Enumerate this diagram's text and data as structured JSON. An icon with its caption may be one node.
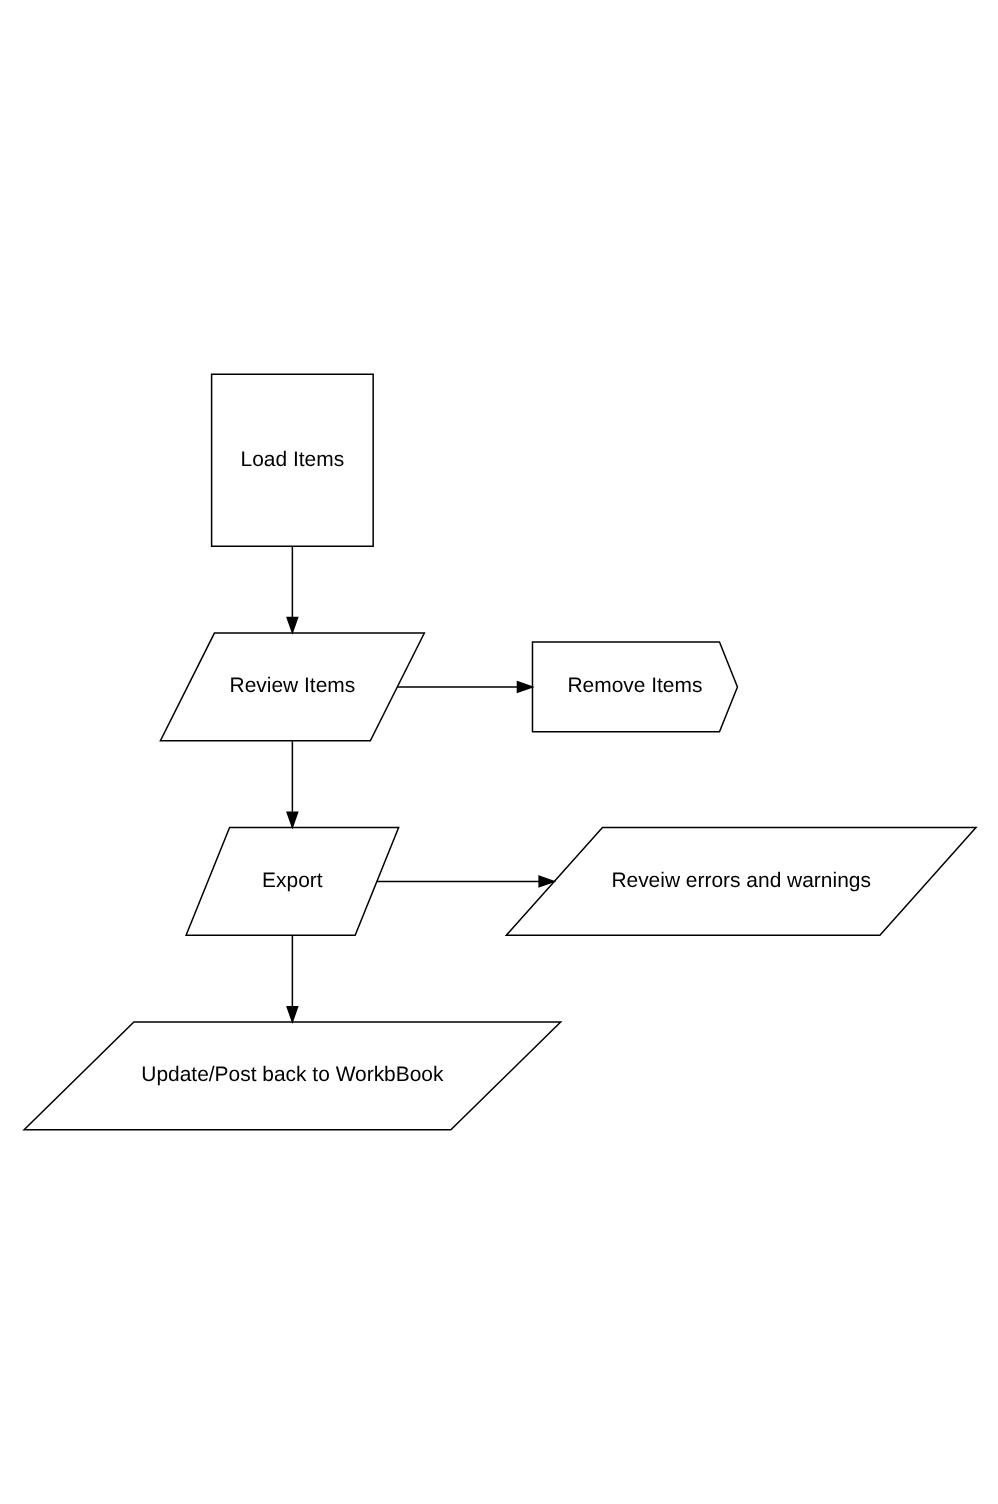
{
  "diagram": {
    "nodes": [
      {
        "text": [
          "Load Items"
        ]
      },
      {
        "text": [
          "Review Items"
        ]
      },
      {
        "text": [
          "Remove Items"
        ]
      },
      {
        "text": [
          "Export"
        ]
      },
      {
        "text": [
          "Reveiw errors and warnings"
        ]
      },
      {
        "text": [
          "Update/Post back to WorkbBook"
        ]
      }
    ],
    "edges": [
      {
        "from": 0,
        "to": 1,
        "arrow": "to"
      },
      {
        "from": 1,
        "to": 2,
        "arrow": "to"
      },
      {
        "from": 1,
        "to": 3,
        "arrow": "to"
      },
      {
        "from": 3,
        "to": 4,
        "arrow": "to"
      },
      {
        "from": 3,
        "to": 5,
        "arrow": "to"
      }
    ]
  }
}
